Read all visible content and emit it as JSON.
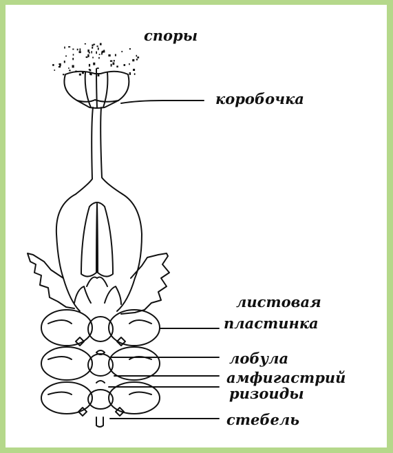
{
  "labels": {
    "spores": "споры",
    "capsule": "коробочка",
    "leaf_line1": "листовая",
    "leaf_line2": "пластинка",
    "lobule": "лобула",
    "amphigastrium": "амфигастрий",
    "rhizoids": "ризоиды",
    "stem": "стебель"
  },
  "colors": {
    "frame_border": "#b5d88b",
    "ink": "#111111",
    "background": "#ffffff"
  }
}
